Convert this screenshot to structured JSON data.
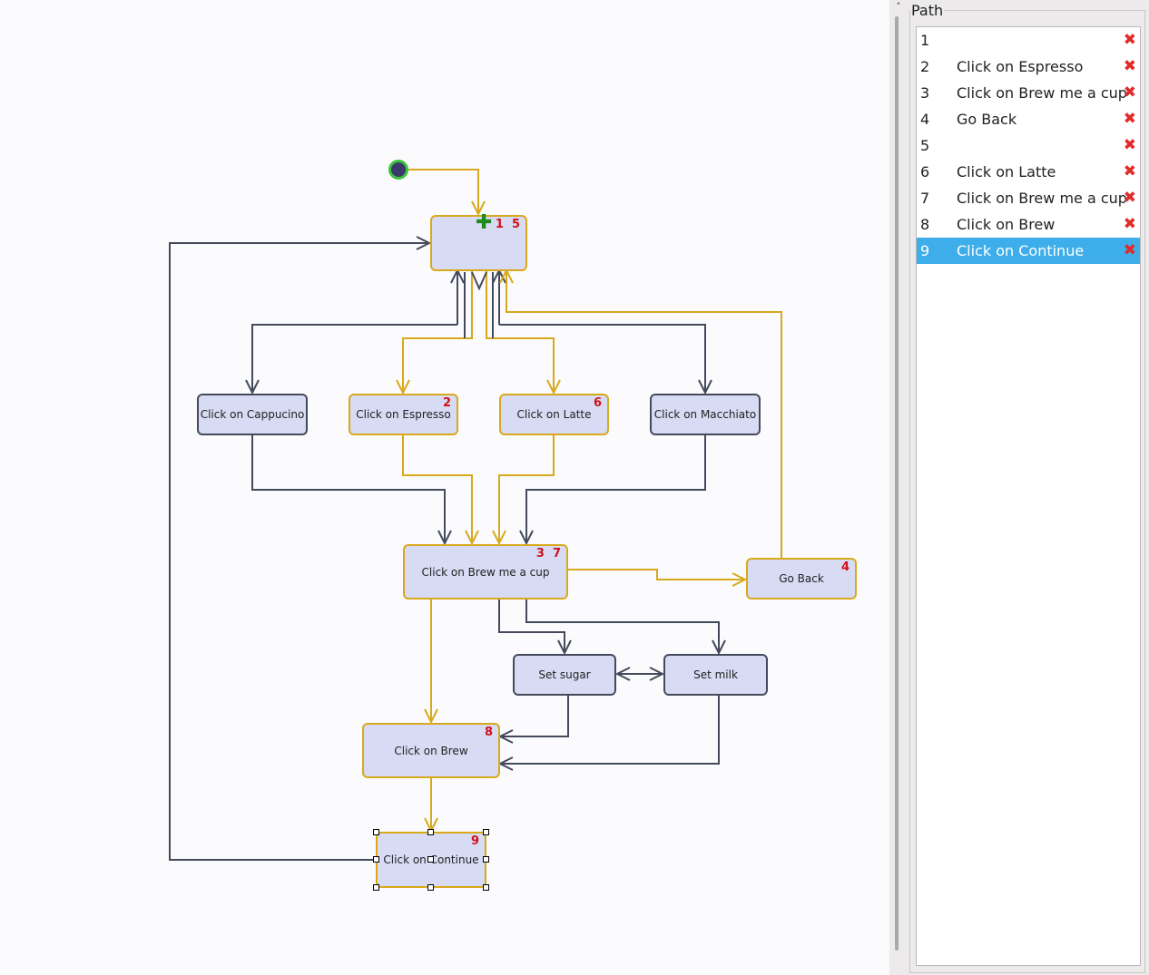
{
  "panel": {
    "title": "Path"
  },
  "canvas": {
    "nodes": {
      "home": {
        "label": "",
        "badges": [
          "1",
          "5"
        ]
      },
      "cappuccino": {
        "label": "Click on Cappucino",
        "badges": []
      },
      "espresso": {
        "label": "Click on Espresso",
        "badges": [
          "2"
        ]
      },
      "latte": {
        "label": "Click on Latte",
        "badges": [
          "6"
        ]
      },
      "macchiato": {
        "label": "Click on Macchiato",
        "badges": []
      },
      "brew_cup": {
        "label": "Click on Brew me a cup",
        "badges": [
          "3",
          "7"
        ]
      },
      "go_back": {
        "label": "Go Back",
        "badges": [
          "4"
        ]
      },
      "set_sugar": {
        "label": "Set sugar",
        "badges": []
      },
      "set_milk": {
        "label": "Set milk",
        "badges": []
      },
      "brew": {
        "label": "Click on Brew",
        "badges": [
          "8"
        ]
      },
      "continue": {
        "label": "Click on Continue",
        "badges": [
          "9"
        ]
      }
    }
  },
  "path": {
    "steps": [
      {
        "num": "1",
        "label": ""
      },
      {
        "num": "2",
        "label": "Click on Espresso"
      },
      {
        "num": "3",
        "label": "Click on Brew me a cup"
      },
      {
        "num": "4",
        "label": "Go Back"
      },
      {
        "num": "5",
        "label": ""
      },
      {
        "num": "6",
        "label": "Click on Latte"
      },
      {
        "num": "7",
        "label": "Click on Brew me a cup"
      },
      {
        "num": "8",
        "label": "Click on Brew"
      },
      {
        "num": "9",
        "label": "Click on Continue"
      }
    ],
    "selected_index": 8,
    "delete_icon": "red-x-icon"
  },
  "colors": {
    "node_fill": "#d7dbf3",
    "edge_default": "#444a5c",
    "edge_visited": "#d8a91c",
    "badge": "#d0101a",
    "selection": "#3daee9"
  }
}
